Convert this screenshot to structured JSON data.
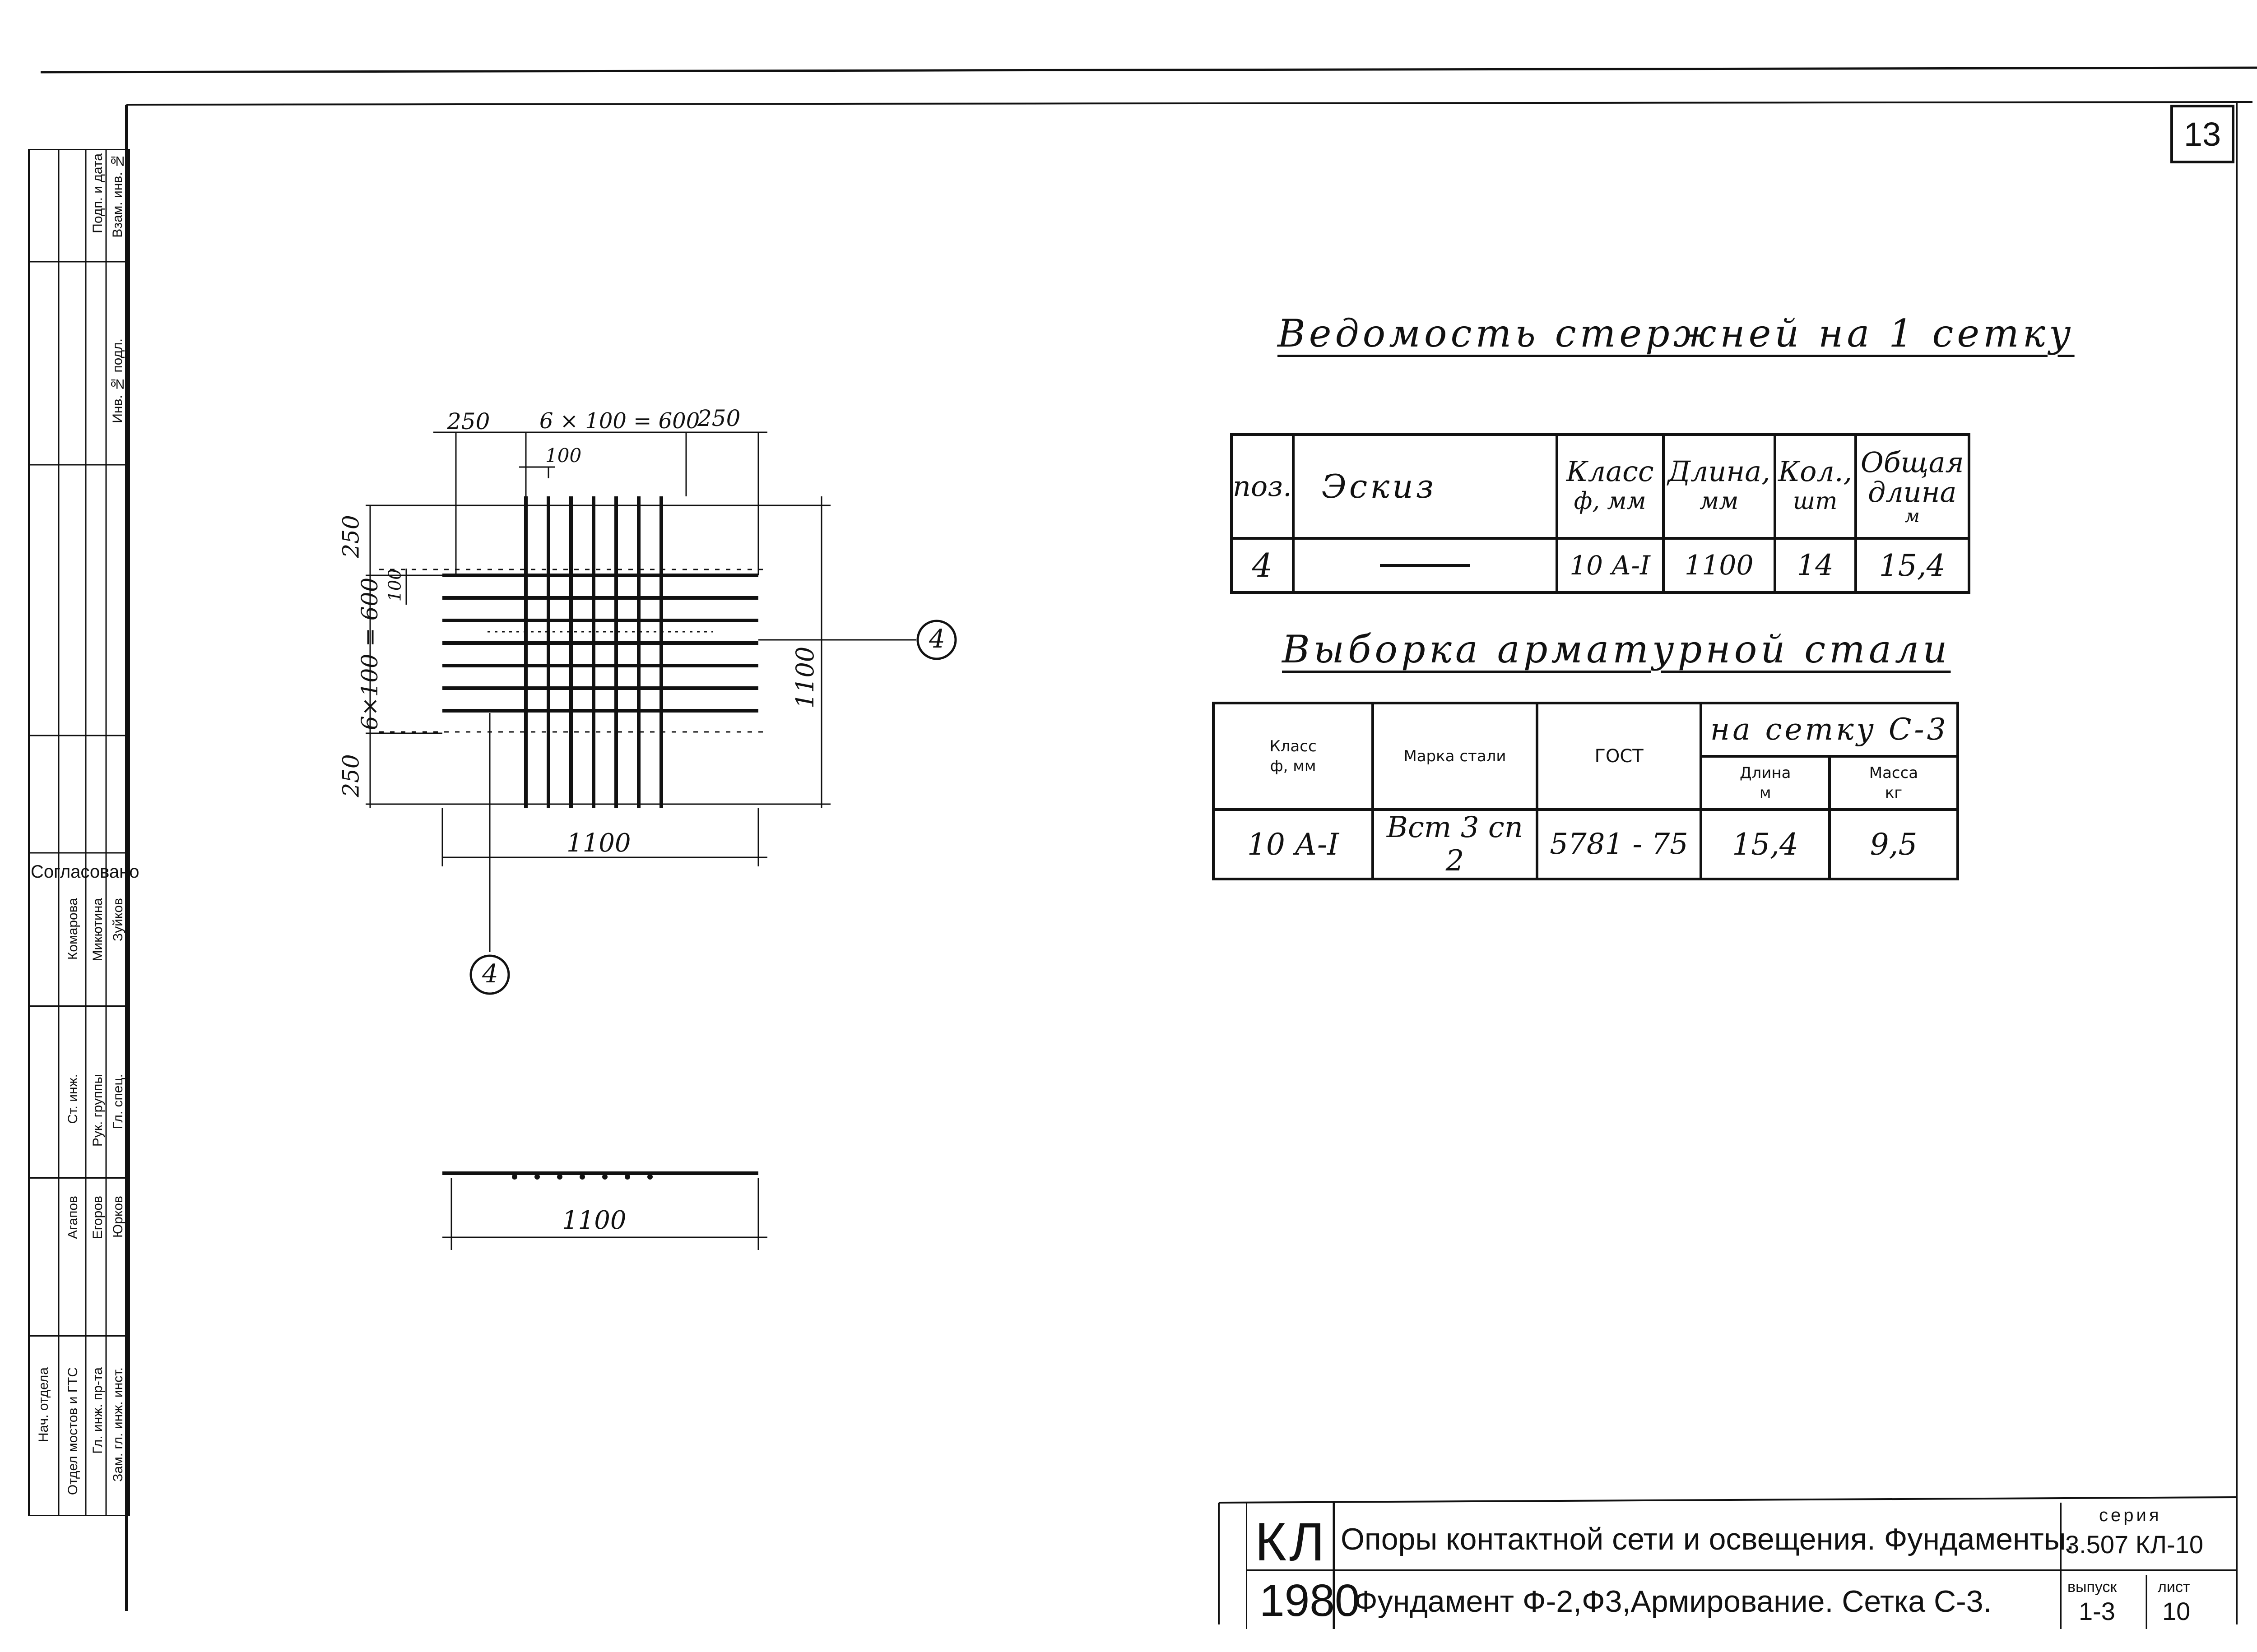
{
  "sheet": {
    "number": "13"
  },
  "drawing": {
    "dim_top_left": "250",
    "dim_top_mid": "6 × 100 = 600",
    "dim_top_right": "250",
    "dim_step_top": "100",
    "dim_left_top": "250",
    "dim_left_mid": "6×100 = 600",
    "dim_left_bottom": "250",
    "dim_left_step": "100",
    "dim_right": "1100",
    "dim_bottom": "1100",
    "callout_right": "4",
    "callout_bottom": "4",
    "section_dim": "1100"
  },
  "bars_schedule": {
    "title": "Ведомость стержней на 1 сетку",
    "headers": {
      "pos": "поз.",
      "sketch": "Эскиз",
      "class": "Класс",
      "class_unit": "ф, мм",
      "length": "Длина,",
      "length_unit": "мм",
      "count": "Кол.,",
      "count_unit": "шт",
      "total": "Общая",
      "total2": "длина",
      "total_unit": "м"
    },
    "rows": [
      {
        "pos": "4",
        "class": "10 А-I",
        "length": "1100",
        "count": "14",
        "total": "15,4"
      }
    ]
  },
  "steel_selection": {
    "title": "Выборка арматурной стали",
    "headers": {
      "class": "Класс",
      "class_unit": "ф, мм",
      "grade": "Марка стали",
      "gost": "ГОСТ",
      "per_mesh": "на сетку С-3",
      "length": "Длина",
      "length_unit": "м",
      "mass": "Масса",
      "mass_unit": "кг"
    },
    "rows": [
      {
        "class": "10 А-I",
        "grade": "Вст 3 сп 2",
        "gost": "5781 - 75",
        "length": "15,4",
        "mass": "9,5"
      }
    ]
  },
  "title_block": {
    "code": "КЛ",
    "year": "1980",
    "line1": "Опоры контактной сети и освещения. Фундаменты.",
    "line2": "Фундамент Ф-2,Ф3,Армирование. Сетка С-3.",
    "series_label": "серия",
    "series_value": "3.507 КЛ-10",
    "issue_label": "выпуск",
    "issue_value": "1-3",
    "sheet_label": "лист",
    "sheet_value": "10"
  },
  "sidebar": {
    "agreed": "Согласовано",
    "header_cells": [
      "Взам. инв. №",
      "Подп. и дата",
      "Инв. № подл."
    ],
    "names": [
      "Юрков",
      "Егоров",
      "Агапов",
      "Зуйков",
      "Микютина",
      "Комарова"
    ],
    "roles": [
      "Зам. гл. инж. инст.",
      "Гл. инж. пр-та",
      "Отдел мостов и ГТС",
      "Нач. отдела",
      "Гл. спец.",
      "Рук. группы",
      "Ст. инж."
    ]
  }
}
